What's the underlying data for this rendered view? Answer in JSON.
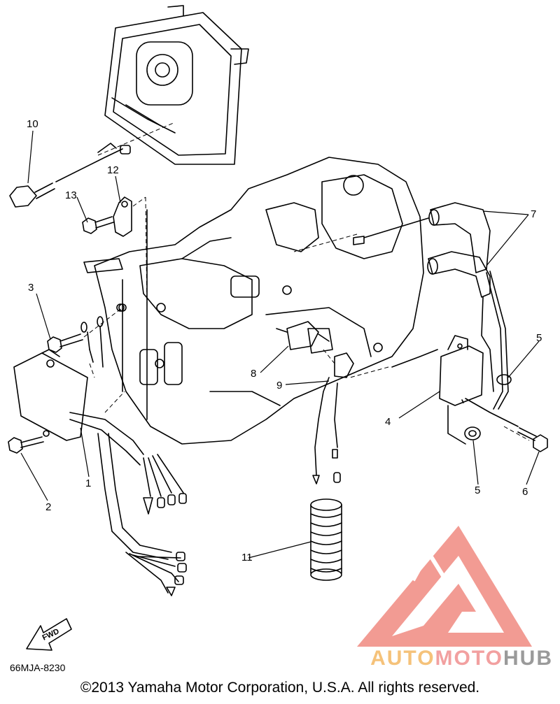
{
  "diagram": {
    "part_numbers": [
      "1",
      "2",
      "3",
      "4",
      "5",
      "5",
      "6",
      "7",
      "8",
      "9",
      "10",
      "11",
      "12",
      "13"
    ],
    "direction_label": "FWD",
    "drawing_code": "66MJA-8230"
  },
  "watermark": {
    "part1": "AUTO",
    "part2": "MOTO",
    "part3": "HUB",
    "colors": {
      "auto": "#f5c27a",
      "moto": "#f2a0a0",
      "hub": "#9a9a9a",
      "logo": "#f08a80"
    }
  },
  "footer": {
    "copyright": "©2013 Yamaha Motor Corporation, U.S.A. All rights reserved."
  }
}
